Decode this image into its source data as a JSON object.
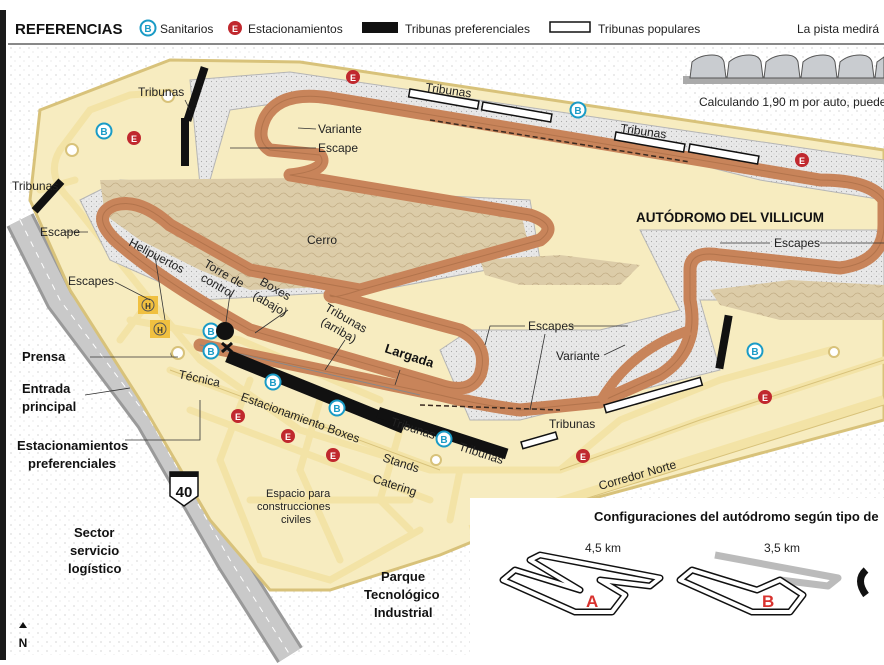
{
  "legend": {
    "title": "REFERENCIAS",
    "sanitarios": "Sanitarios",
    "estacionamientos": "Estacionamientos",
    "tribunas_pref": "Tribunas preferenciales",
    "tribunas_pop": "Tribunas populares",
    "b_letter": "B",
    "e_letter": "E"
  },
  "note": {
    "line1": "La pista medirá",
    "line2": "Calculando 1,90 m por auto, puede"
  },
  "title": "AUTÓDROMO DEL VILLICUM",
  "labels": {
    "tribunas": "Tribunas",
    "variante": "Variante",
    "escape": "Escape",
    "escapes": "Escapes",
    "cerro": "Cerro",
    "helipuertos": "Helipuertos",
    "torre1": "Torre de",
    "torre2": "control",
    "boxes1": "Boxes",
    "boxes2": "(abajo)",
    "trib_arriba1": "Tribunas",
    "trib_arriba2": "(arriba)",
    "largada": "Largada",
    "prensa": "Prensa",
    "entrada1": "Entrada",
    "entrada2": "principal",
    "estac1": "Estacionamientos",
    "estac2": "preferenciales",
    "tecnica": "Técnica",
    "estac_boxes": "Estacionamiento Boxes",
    "stands": "Stands",
    "catering": "Catering",
    "espacio1": "Espacio para",
    "espacio2": "construcciones",
    "espacio3": "civiles",
    "sector1": "Sector",
    "sector2": "servicio",
    "sector3": "logístico",
    "parque1": "Parque",
    "parque2": "Tecnológico",
    "parque3": "Industrial",
    "corredor": "Corredor Norte",
    "route": "40",
    "heli": "H",
    "north": "N"
  },
  "configs": {
    "title": "Configuraciones del autódromo según tipo de",
    "a_km": "4,5 km",
    "b_km": "3,5 km",
    "a_letter": "A",
    "b_letter": "B"
  },
  "colors": {
    "track": "#c8845a",
    "road": "#f3e3a6",
    "road_edge": "#d8c27a",
    "escape": "#e2e2e2",
    "sand": "#d9c9a7",
    "sanitario": "#1a9bc6",
    "estac": "#c0282e",
    "heli": "#f0c040",
    "config_red": "#d8322e"
  }
}
